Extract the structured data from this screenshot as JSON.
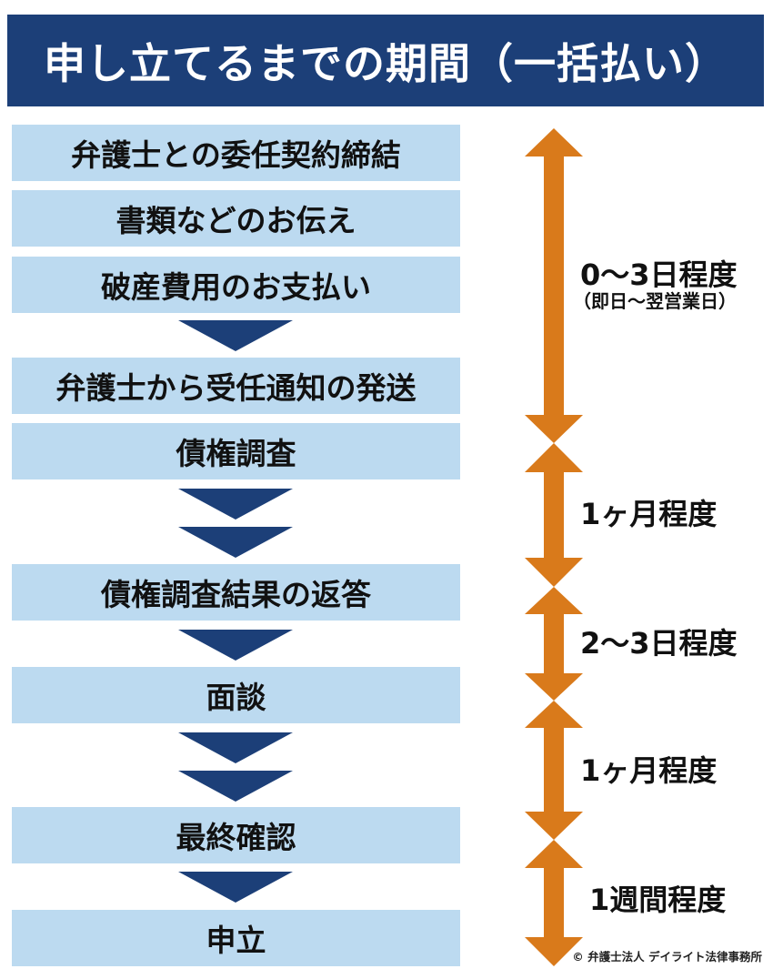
{
  "title": "申し立てるまでの期間（一括払い）",
  "colors": {
    "title_bg": "#1c3f78",
    "step_bg": "#bcdaf0",
    "chevron": "#1c3f78",
    "duration_arrow": "#d97a1b"
  },
  "steps": [
    "弁護士との委任契約締結",
    "書類などのお伝え",
    "破産費用のお支払い",
    "弁護士から受任通知の発送",
    "債権調査",
    "債権調査結果の返答",
    "面談",
    "最終確認",
    "申立"
  ],
  "durations": [
    {
      "label": "0〜3日程度",
      "sub": "（即日〜翌営業日）",
      "from_step": 0,
      "to_step": 3
    },
    {
      "label": "1ヶ月程度",
      "sub": "",
      "from_step": 4,
      "to_step": 5
    },
    {
      "label": "2〜3日程度",
      "sub": "",
      "from_step": 5,
      "to_step": 6
    },
    {
      "label": "1ヶ月程度",
      "sub": "",
      "from_step": 6,
      "to_step": 7
    },
    {
      "label": "1週間程度",
      "sub": "",
      "from_step": 7,
      "to_step": 8
    }
  ],
  "credit": "© 弁護士法人 デイライト法律事務所"
}
